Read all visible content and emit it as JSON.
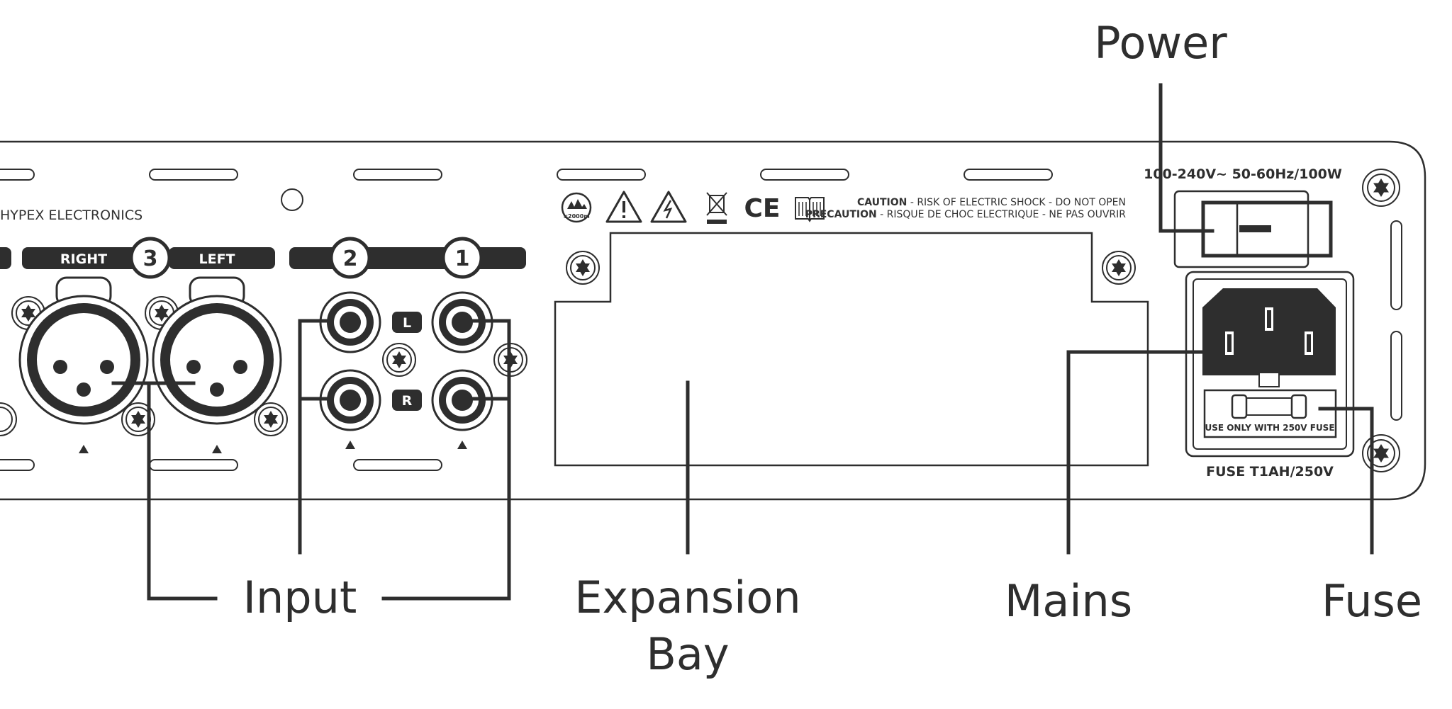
{
  "callouts": {
    "power": "Power",
    "input": "Input",
    "expansion_line1": "Expansion",
    "expansion_line2": "Bay",
    "mains": "Mains",
    "fuse": "Fuse"
  },
  "panel": {
    "brand": "HYPEX ELECTRONICS",
    "right_label": "RIGHT",
    "left_label": "LEFT",
    "input_numbers": [
      "3",
      "2",
      "1"
    ],
    "rca_left": "L",
    "rca_right": "R",
    "caution_title": "CAUTION",
    "caution_text": " - RISK OF ELECTRIC SHOCK - DO NOT OPEN",
    "precaution_title": "PRECAUTION",
    "precaution_text": " - RISQUE DE CHOC ELECTRIQUE - NE PAS OUVRIR",
    "power_rating": "100-240V~ 50-60Hz/100W",
    "fuse_use_text": "USE ONLY WITH 250V FUSE",
    "fuse_rating": "FUSE T1AH/250V",
    "altitude_mark": "≤2000m",
    "ce_mark": "CE"
  },
  "colors": {
    "outline": "#2e2e2e",
    "panel_fill": "#ffffff",
    "label_pill": "#2e2e2e",
    "pill_text": "#ffffff"
  },
  "icons": [
    "altitude-icon",
    "warning-icon",
    "shock-warning-icon",
    "weee-bin-icon",
    "ce-mark-icon",
    "manual-icon",
    "screw-icon"
  ]
}
